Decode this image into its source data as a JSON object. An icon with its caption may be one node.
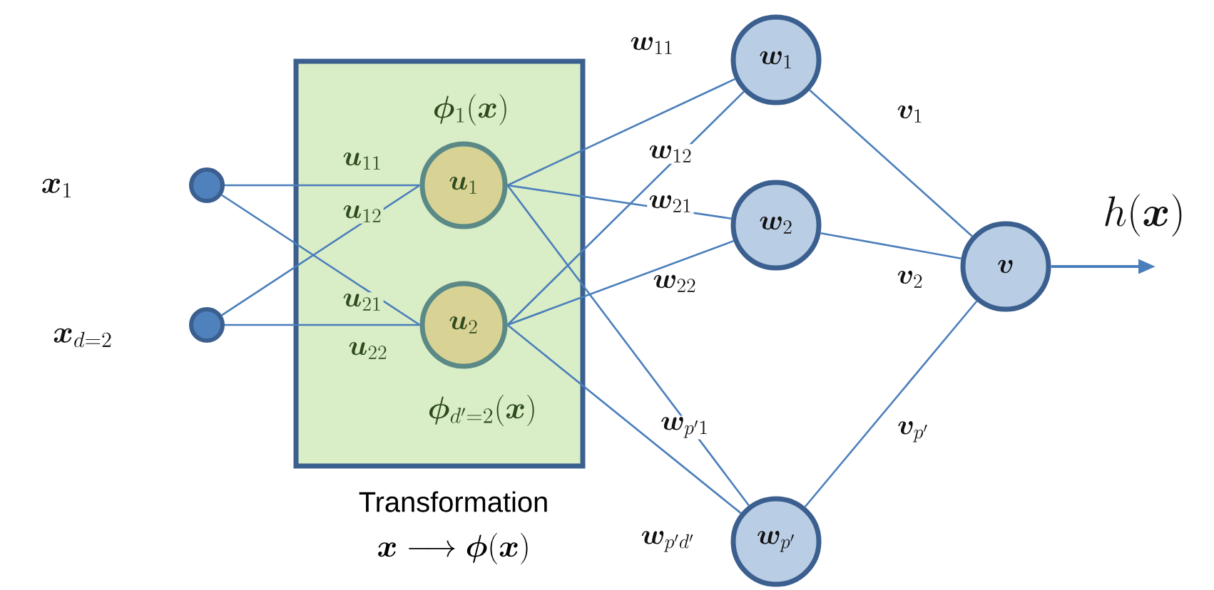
{
  "diagram": {
    "nodes": [
      {
        "text": [
          "Transformation",
          "\\boldsymbol{x}\\longrightarrow\\boldsymbol{\\phi}(\\boldsymbol{x})"
        ]
      },
      {
        "text": [],
        "shape": "circle"
      },
      {
        "text": [],
        "shape": "circle"
      },
      {
        "text": [
          "\\boldsymbol{u}_1"
        ],
        "in": 0,
        "beside": [
          "\\boldsymbol{\\phi}_1(\\boldsymbol{x})"
        ]
      },
      {
        "text": [
          "\\boldsymbol{u}_2"
        ],
        "in": 0,
        "beside": [
          "\\boldsymbol{\\phi}_{d'=2}(\\boldsymbol{x})"
        ]
      },
      {
        "text": [
          "\\boldsymbol{w}_1"
        ]
      },
      {
        "text": [
          "\\boldsymbol{w}_2"
        ]
      },
      {
        "text": [
          "\\boldsymbol{w}_{p'}"
        ]
      },
      {
        "text": [
          "\\boldsymbol{v}"
        ]
      }
    ],
    "edges": [
      {
        "from": 1,
        "to": 3,
        "arrow": "none",
        "label": "\\boldsymbol{u}_{11}"
      },
      {
        "from": 2,
        "to": 3,
        "arrow": "none",
        "label": "\\boldsymbol{u}_{12}"
      },
      {
        "from": 1,
        "to": 4,
        "arrow": "none",
        "label": "\\boldsymbol{u}_{21}"
      },
      {
        "from": 2,
        "to": 4,
        "arrow": "none",
        "label": "\\boldsymbol{u}_{22}"
      },
      {
        "from": 3,
        "to": 5,
        "arrow": "none",
        "label": "\\boldsymbol{w}_{11}"
      },
      {
        "from": 4,
        "to": 5,
        "arrow": "none",
        "label": "\\boldsymbol{w}_{12}"
      },
      {
        "from": 3,
        "to": 6,
        "arrow": "none",
        "label": "\\boldsymbol{w}_{21}"
      },
      {
        "from": 4,
        "to": 6,
        "arrow": "none",
        "label": "\\boldsymbol{w}_{22}"
      },
      {
        "from": 3,
        "to": 7,
        "arrow": "none",
        "label": "\\boldsymbol{w}_{p'1}"
      },
      {
        "from": 4,
        "to": 7,
        "arrow": "none",
        "label": "\\boldsymbol{w}_{p'd'}"
      },
      {
        "from": 5,
        "to": 8,
        "arrow": "none",
        "label": "\\boldsymbol{v}_1"
      },
      {
        "from": 6,
        "to": 8,
        "arrow": "none",
        "label": "\\boldsymbol{v}_2"
      },
      {
        "from": 7,
        "to": 8,
        "arrow": "none",
        "label": "\\boldsymbol{v}_{p'}"
      },
      {
        "from": 8,
        "to": null,
        "arrow": "to",
        "label": "h(\\boldsymbol{x})"
      }
    ],
    "labels": [
      "\\boldsymbol{x}_1",
      "\\boldsymbol{x}_{d=2}"
    ]
  }
}
